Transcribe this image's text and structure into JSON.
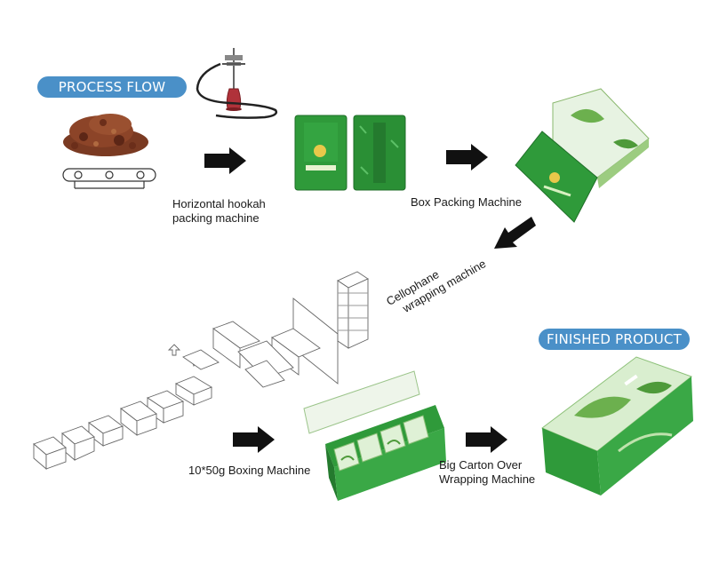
{
  "badges": {
    "process_flow": "PROCESS FLOW",
    "finished_product": "FINISHED PRODUCT"
  },
  "labels": {
    "horizontal_line1": "Horizontal hookah",
    "horizontal_line2": "packing machine",
    "box_packing": "Box Packing Machine",
    "cellophane_line1": "Cellophane",
    "cellophane_line2": "wrapping machine",
    "boxing": "10*50g Boxing Machine",
    "carton_line1": "Big Carton Over",
    "carton_line2": "Wrapping Machine"
  },
  "colors": {
    "badge_bg": "#4a90c8",
    "pack_green": "#2f9a3a",
    "arrow": "#111111"
  },
  "icons": [
    "tobacco-pile-image",
    "hookah-image",
    "conveyor-icon",
    "arrow-right-icon",
    "arrow-down-left-icon",
    "box-diagram-illustration"
  ]
}
